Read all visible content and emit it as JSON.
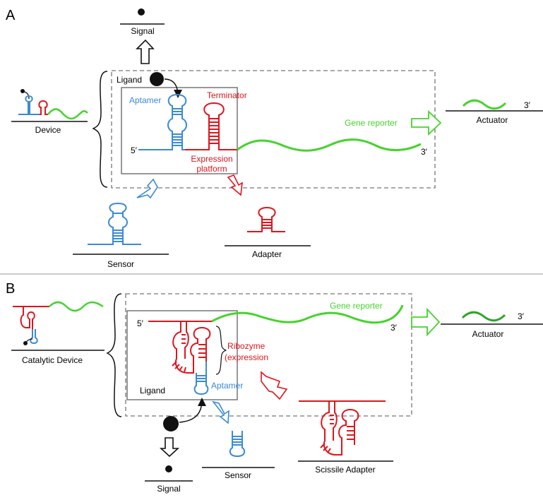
{
  "colors": {
    "blue": "#3a8ad6",
    "red": "#e0141d",
    "green": "#45d32c",
    "dark_green": "#2fa52a",
    "black": "#111111",
    "gray": "#8a8a8a"
  },
  "panel_a": {
    "letter": "A",
    "signal": "Signal",
    "device": "Device",
    "ligand": "Ligand",
    "aptamer": "Aptamer",
    "terminator": "Terminator",
    "five_prime": "5′",
    "three_prime": "3′",
    "gene_reporter": "Gene reporter",
    "actuator": "Actuator",
    "actuator_3prime": "3′",
    "expression_l1": "Expression",
    "expression_l2": "platform",
    "sensor": "Sensor",
    "adapter": "Adapter"
  },
  "panel_b": {
    "letter": "B",
    "catalytic_device": "Catalytic Device",
    "five_prime": "5′",
    "three_prime": "3′",
    "gene_reporter": "Gene reporter",
    "actuator": "Actuator",
    "actuator_3prime": "3′",
    "ribozyme_l1": "Ribozyme",
    "ribozyme_l2": "(expression",
    "ligand": "Ligand",
    "aptamer": "Aptamer",
    "sensor": "Sensor",
    "scissile_adapter": "Scissile Adapter",
    "signal": "Signal"
  }
}
